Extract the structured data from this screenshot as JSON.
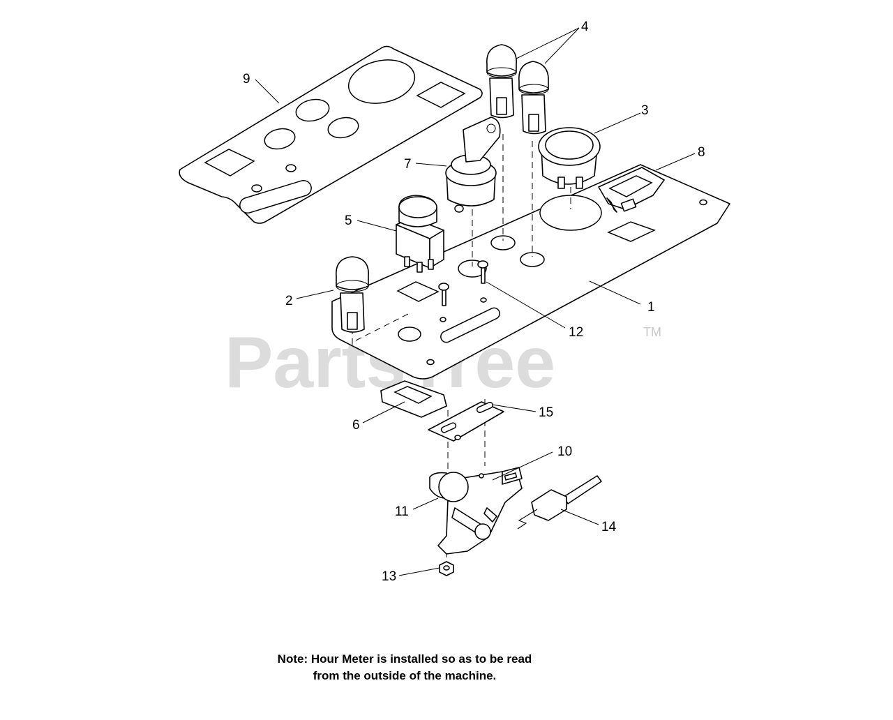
{
  "watermark": {
    "text": "PartsTree",
    "trademark": "TM"
  },
  "callouts": [
    "1",
    "2",
    "3",
    "4",
    "5",
    "6",
    "7",
    "8",
    "9",
    "10",
    "11",
    "12",
    "13",
    "14",
    "15"
  ],
  "note": {
    "line1": "Note: Hour Meter is installed so as to be read",
    "line2": "from the outside of the machine."
  }
}
